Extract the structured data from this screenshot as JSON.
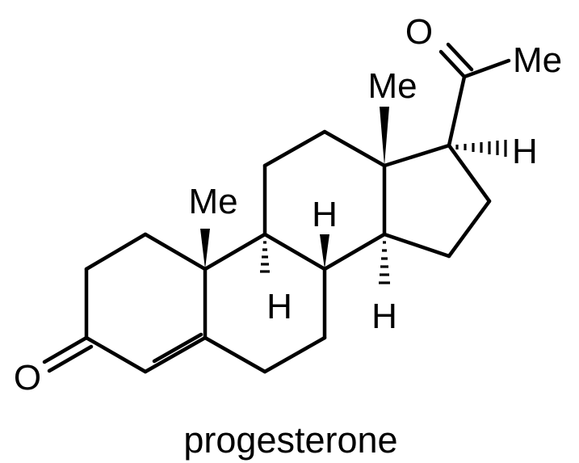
{
  "molecule": {
    "name": "progesterone",
    "atom_labels": {
      "o3": "O",
      "o20": "O",
      "me_ketone": "Me",
      "me13": "Me",
      "me10": "Me",
      "h17": "H",
      "h8": "H",
      "h9": "H",
      "h14": "H"
    }
  }
}
